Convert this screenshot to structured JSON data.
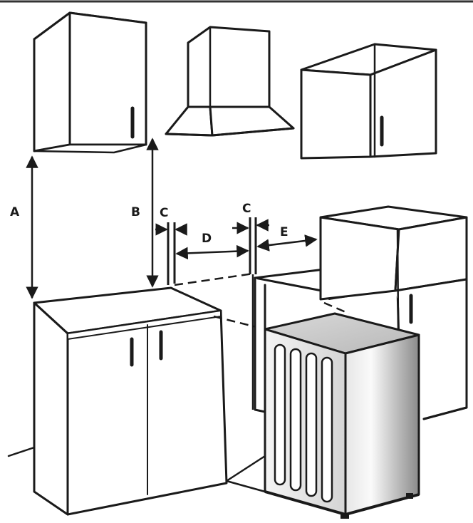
{
  "labels": {
    "a": "A",
    "b": "B",
    "c_left": "C",
    "c_right": "C",
    "d": "D",
    "e": "E"
  },
  "colors": {
    "ink": "#1a1a1a",
    "paper": "#ffffff",
    "appliance_light": "#f2f2f2",
    "appliance_dark": "#7d7d7d"
  }
}
